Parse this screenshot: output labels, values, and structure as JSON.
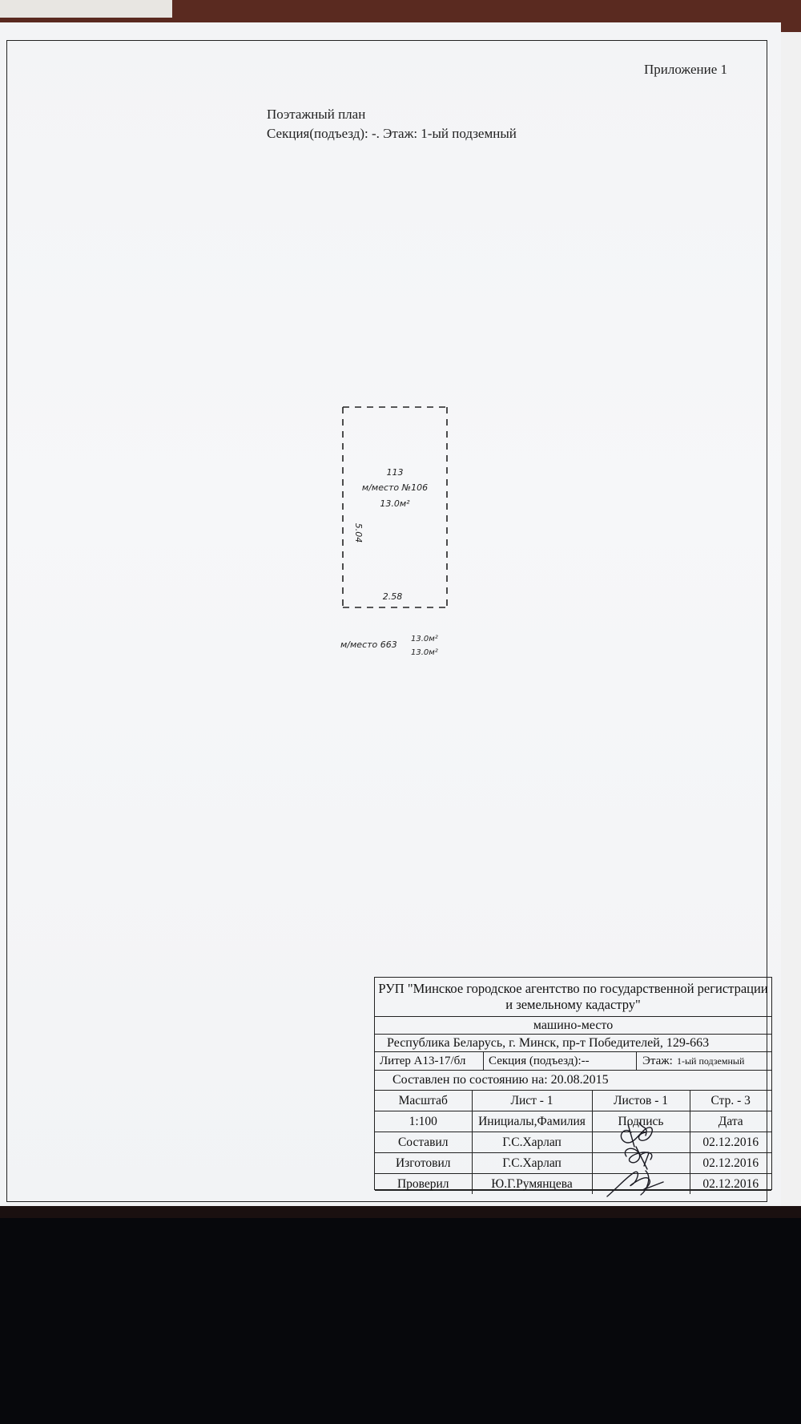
{
  "header": {
    "appendix": "Приложение 1",
    "title": "Поэтажный план",
    "subtitle": "Секция(подъезд): -.  Этаж: 1-ый подземный"
  },
  "plan": {
    "room_number": "113",
    "room_name": "м/место №106",
    "room_area": "13.0м²",
    "side_dimension": "5.04",
    "bottom_dimension": "2.58",
    "summary_label": "м/место 663",
    "summary_area_1": "13.0м²",
    "summary_area_2": "13.0м²"
  },
  "stamp": {
    "organization": "РУП \"Минское городское агентство по государственной регистрации и земельному кадастру\"",
    "object": "машино-место",
    "address": "Республика Беларусь, г. Минск, пр-т Победителей, 129-663",
    "liter": "Литер А13-17/бл",
    "section": "Секция (подъезд):--",
    "floor_label": "Этаж:",
    "floor_value": "1-ый подземный",
    "as_of": "Составлен по состоянию на: 20.08.2015",
    "scale_label": "Масштаб",
    "sheet_label": "Лист -    1",
    "sheets_label": "Листов -   1",
    "page_label": "Стр. -   3",
    "scale_value": "1:100",
    "col_initials": "Инициалы,Фамилия",
    "col_signature": "Подпись",
    "col_date": "Дата",
    "rows": [
      {
        "role": "Составил",
        "name": "Г.С.Харлап",
        "date": "02.12.2016"
      },
      {
        "role": "Изготовил",
        "name": "Г.С.Харлап",
        "date": "02.12.2016"
      },
      {
        "role": "Проверил",
        "name": "Ю.Г.Румянцева",
        "date": "02.12.2016"
      }
    ]
  }
}
